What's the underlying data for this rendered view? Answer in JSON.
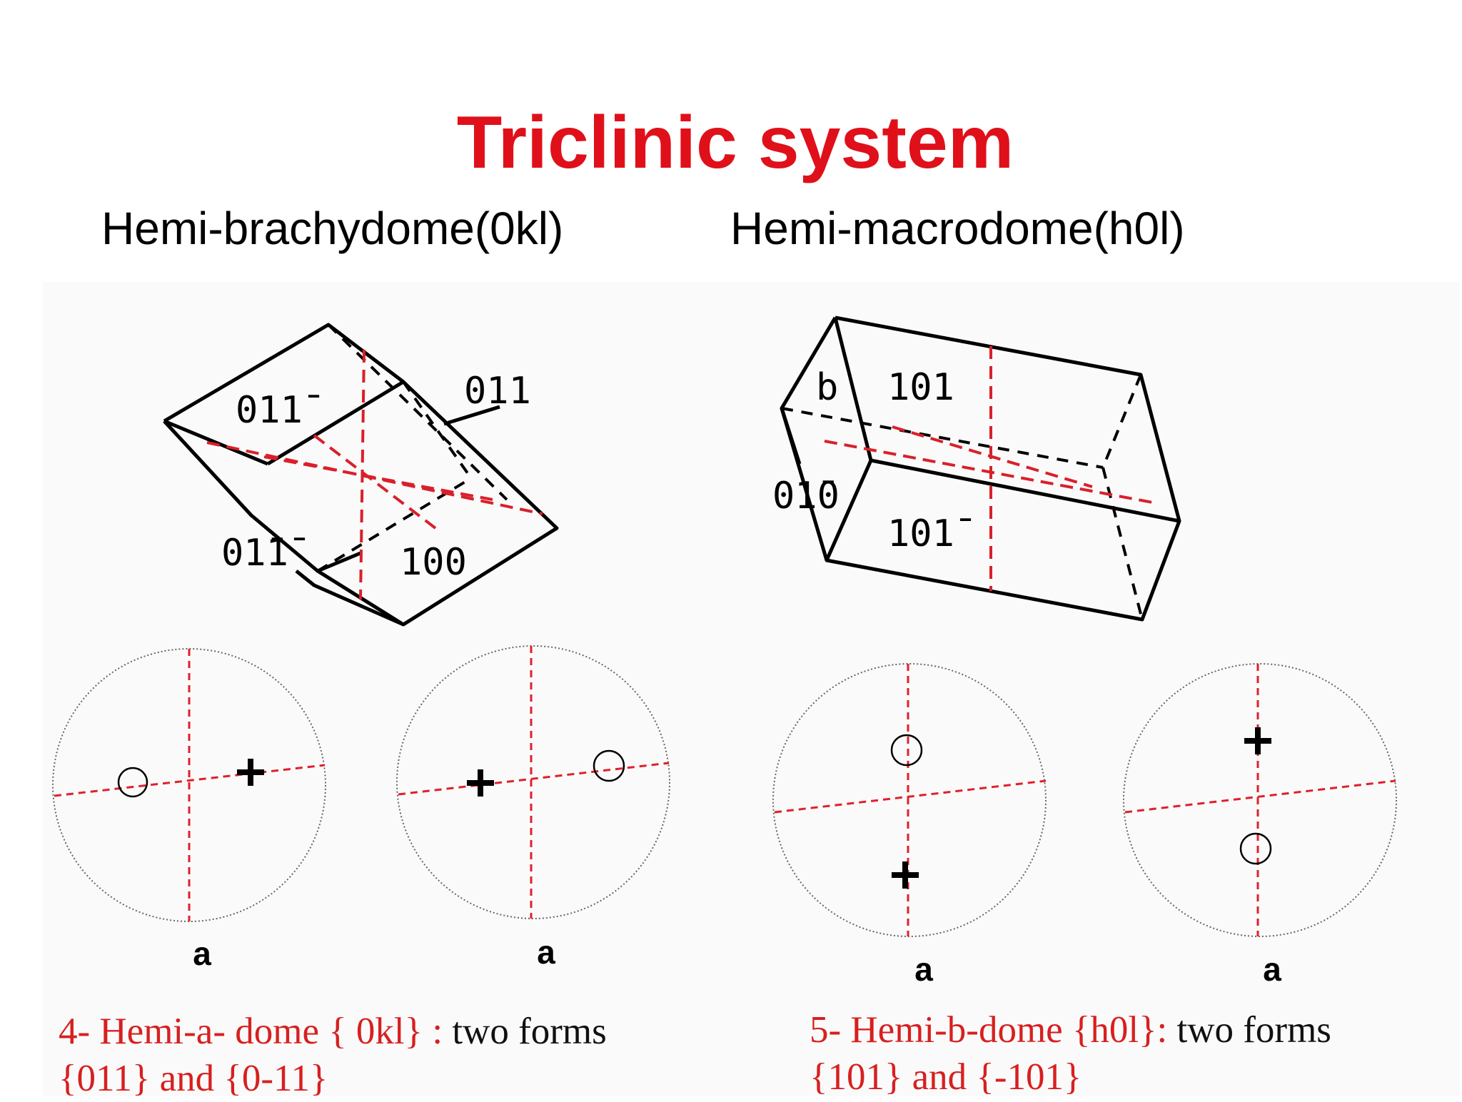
{
  "title": "Triclinic system",
  "subtitles": {
    "left": "Hemi-brachydome(0kl)",
    "right": "Hemi-macrodome(h0l)"
  },
  "crystal_left": {
    "face_labels": {
      "top_face": "011̄",
      "right_face": "011",
      "lower_left": "01̄1̄",
      "front": "100"
    }
  },
  "crystal_right": {
    "face_labels": {
      "b": "b",
      "top": "101",
      "left": "01̄0",
      "bottom": "101̄"
    }
  },
  "stereonets": [
    {
      "label": "a"
    },
    {
      "label": "a"
    },
    {
      "label": "a"
    },
    {
      "label": "a"
    }
  ],
  "captions": {
    "left": {
      "line1_red": "4- Hemi-a- dome { 0kl} :",
      "line1_black": " two forms",
      "line2_red": "{011} and {0-11}"
    },
    "right": {
      "line1_red": "5- Hemi-b-dome {h0l}:",
      "line1_black": " two forms",
      "line2_red": "{101} and {-101}"
    }
  },
  "colors": {
    "title_red": "#e0101a",
    "axis_red": "#e0202a",
    "caption_red": "#d81f1f"
  }
}
